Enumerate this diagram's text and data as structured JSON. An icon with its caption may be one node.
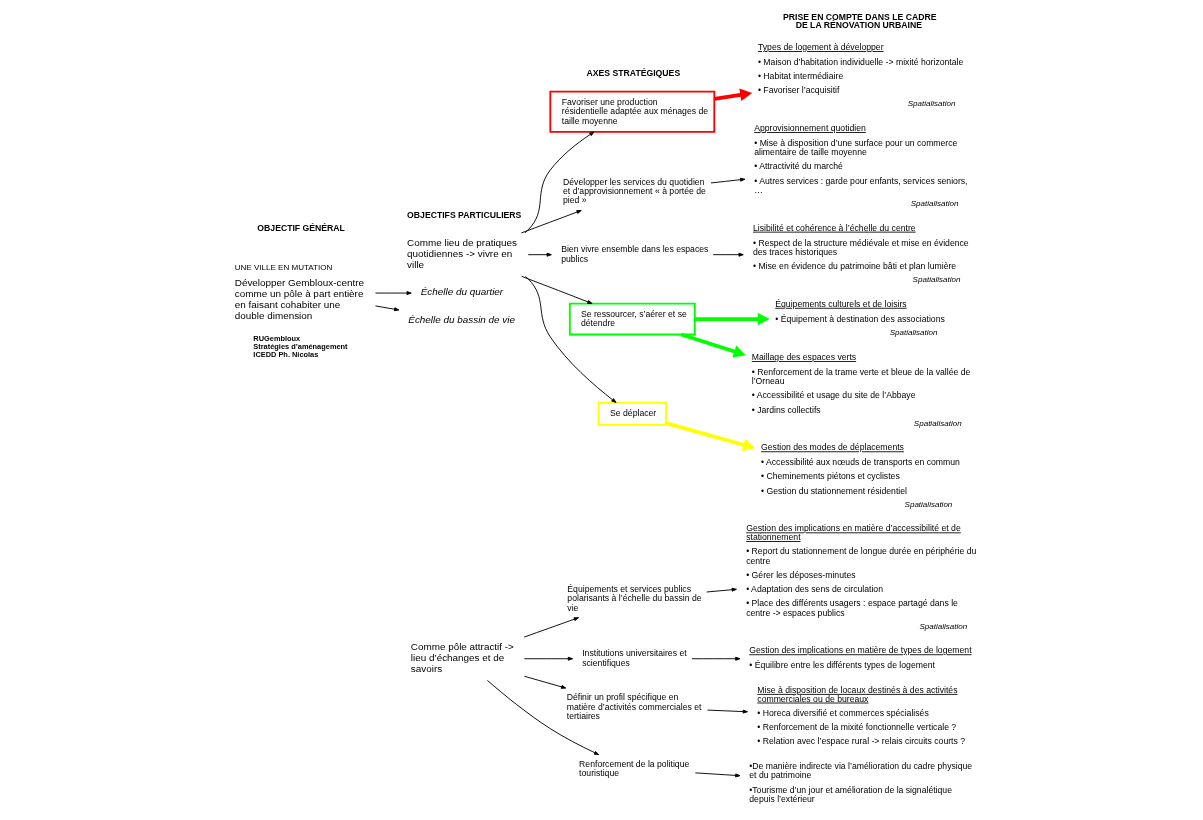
{
  "diagram": {
    "nodes": [
      {
        "text": [
          "UNE VILLE EN MUTATION",
          "Développer Gembloux-centre comme un pôle à part entière en faisant cohabiter une double dimension"
        ]
      },
      {
        "text": [
          "Échelle du quartier"
        ]
      },
      {
        "text": [
          "Échelle du bassin de vie"
        ]
      },
      {
        "text": [
          "Comme lieu de pratiques quotidiennes -> vivre en ville"
        ]
      },
      {
        "text": [
          "Comme pôle attractif -> lieu d’échanges et de savoirs"
        ]
      },
      {
        "text": [
          "Favoriser une production résidentielle adaptée aux ménages de taille moyenne"
        ]
      },
      {
        "text": [
          "Développer les services du quotidien et d’approvisionnement « à portée de pied »"
        ]
      },
      {
        "text": [
          "Bien vivre ensemble dans les espaces publics"
        ]
      },
      {
        "text": [
          "Se ressourcer, s’aérer et se détendre"
        ]
      },
      {
        "text": [
          "Se déplacer"
        ]
      },
      {
        "text": [
          "Équipements et services publics polarisants à l’échelle du bassin de vie"
        ]
      },
      {
        "text": [
          "Institutions universitaires et scientifiques"
        ]
      },
      {
        "text": [
          "Définir un profil spécifique en matière d’activités commerciales et tertiaires"
        ]
      },
      {
        "text": [
          "Renforcement de la politique touristique"
        ]
      },
      {
        "text": [
          "Types de logement à développer",
          "• Maison d’habitation individuelle -> mixité horizontale",
          "• Habitat intermédiaire",
          "• Favoriser l’acquisitif"
        ],
        "beside": [
          "Spatialisation"
        ]
      },
      {
        "text": [
          "Approvisionnement quotidien",
          "• Mise à disposition d’une surface pour un commerce alimentaire de taille moyenne",
          "• Attractivité du marché",
          "• Autres services : garde pour enfants, services seniors, …"
        ],
        "beside": [
          "Spatialisation"
        ]
      },
      {
        "text": [
          "Lisibilité et cohérence à l’échelle du centre",
          "• Respect de la structure médiévale et mise en évidence des traces historiques",
          "• Mise en évidence du patrimoine bâti et plan lumière"
        ],
        "beside": [
          "Spatialisation"
        ]
      },
      {
        "text": [
          "Équipements culturels et de loisirs",
          "• Équipement à destination des associations"
        ],
        "beside": [
          "Spatialisation"
        ]
      },
      {
        "text": [
          "Maillage des espaces verts",
          "• Renforcement de la trame verte et bleue de la vallée de l’Orneau",
          "• Accessibilité et usage du site de l’Abbaye",
          "• Jardins collectifs"
        ],
        "beside": [
          "Spatialisation"
        ]
      },
      {
        "text": [
          "Gestion des modes de déplacements",
          "• Accessibilité aux nœuds de transports en commun",
          "• Cheminements piétons et cyclistes",
          "• Gestion du stationnement résidentiel"
        ],
        "beside": [
          "Spatialisation"
        ]
      },
      {
        "text": [
          "Gestion des implications en matière d’accessibilité et de stationnement",
          "• Report du stationnement de longue durée en périphérie du centre",
          "• Gérer les déposes-minutes",
          "• Adaptation des sens de circulation",
          "• Place des différents usagers : espace partagé dans le centre -> espaces publics"
        ],
        "beside": [
          "Spatialisation"
        ]
      },
      {
        "text": [
          "Gestion des implications en matière de types de logement",
          "• Équilibre entre les différents types de logement"
        ]
      },
      {
        "text": [
          "Mise à disposition de locaux destinés à des activités commerciales ou de bureaux",
          "• Horeca diversifié et commerces spécialisés",
          "• Renforcement de la mixité fonctionnelle verticale ?",
          "• Relation avec l’espace rural -> relais circuits courts ?"
        ]
      },
      {
        "text": [
          "•De manière indirecte via l’amélioration du cadre physique et du patrimoine",
          "•Tourisme d’un jour et amélioration de la signalétique depuis l’extérieur"
        ]
      }
    ],
    "edges": [
      {
        "from": 0,
        "to": 1,
        "arrow": "to"
      },
      {
        "from": 0,
        "to": 2,
        "arrow": "to"
      },
      {
        "from": 3,
        "to": 5,
        "arrow": "to"
      },
      {
        "from": 3,
        "to": 6,
        "arrow": "to"
      },
      {
        "from": 3,
        "to": 7,
        "arrow": "to"
      },
      {
        "from": 3,
        "to": 8,
        "arrow": "to"
      },
      {
        "from": 3,
        "to": 9,
        "arrow": "to"
      },
      {
        "from": 4,
        "to": 10,
        "arrow": "to"
      },
      {
        "from": 4,
        "to": 11,
        "arrow": "to"
      },
      {
        "from": 4,
        "to": 12,
        "arrow": "to"
      },
      {
        "from": 4,
        "to": 13,
        "arrow": "to"
      },
      {
        "from": 5,
        "to": 14,
        "arrow": "to",
        "style": "thick",
        "color": "#ff0000"
      },
      {
        "from": 6,
        "to": 15,
        "arrow": "to"
      },
      {
        "from": 7,
        "to": 16,
        "arrow": "to"
      },
      {
        "from": 8,
        "to": 17,
        "arrow": "to",
        "style": "thick",
        "color": "#00ff00"
      },
      {
        "from": 8,
        "to": 18,
        "arrow": "to",
        "style": "thick",
        "color": "#00ff00"
      },
      {
        "from": 9,
        "to": 19,
        "arrow": "to",
        "style": "thick",
        "color": "#ffff00"
      },
      {
        "from": 10,
        "to": 20,
        "arrow": "to"
      },
      {
        "from": 11,
        "to": 21,
        "arrow": "to"
      },
      {
        "from": 12,
        "to": 22,
        "arrow": "to"
      },
      {
        "from": 13,
        "to": 23,
        "arrow": "to"
      }
    ],
    "labels": [
      "OBJECTIF GÉNÉRAL",
      "OBJECTIFS PARTICULIERS",
      "AXES STRATÉGIQUES",
      "PRISE EN COMPTE DANS LE CADRE DE LA RÉNOVATION URBAINE",
      "RUGembloux",
      "Stratégies d’aménagement",
      "ICEDD Ph. Nicolas"
    ]
  }
}
